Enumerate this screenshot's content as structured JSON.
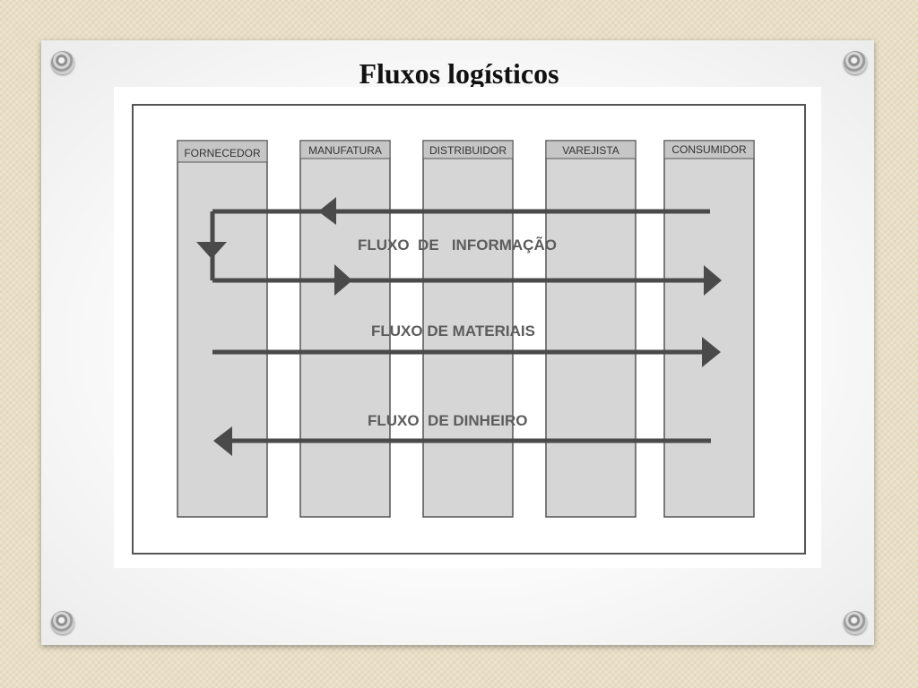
{
  "slide": {
    "title": "Fluxos logísticos"
  },
  "diagram": {
    "columns": [
      "FORNECEDOR",
      "MANUFATURA",
      "DISTRIBUIDOR",
      "VAREJISTA",
      "CONSUMIDOR"
    ],
    "flows": {
      "information": "FLUXO  DE   INFORMAÇÃO",
      "materials": "FLUXO DE MATERIAIS",
      "money": "FLUXO  DE DINHEIRO"
    }
  },
  "colors": {
    "column_fill": "#d6d6d6",
    "column_header": "#c6c6c6",
    "arrow": "#4a4a4a",
    "label": "#5c5c5c"
  }
}
